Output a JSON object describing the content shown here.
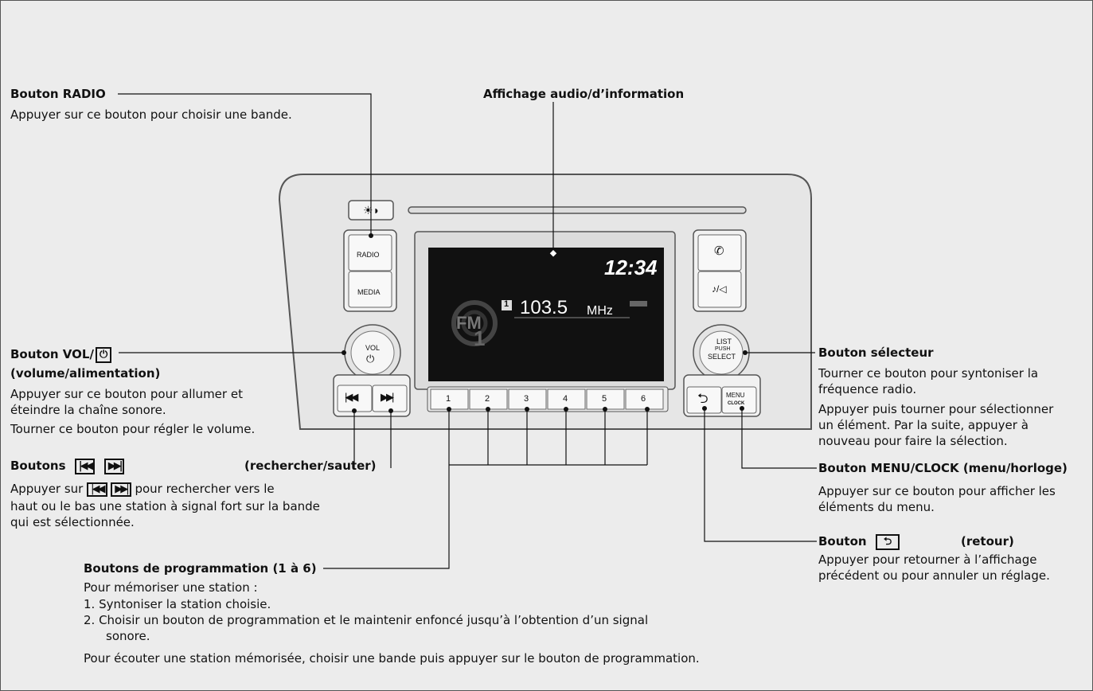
{
  "labels": {
    "radio": {
      "title": "Bouton RADIO",
      "desc": "Appuyer sur ce bouton pour choisir une bande."
    },
    "display": {
      "title": "Affichage audio/d’information"
    },
    "vol": {
      "title": "Bouton VOL/",
      "subtitle": "(volume/alimentation)",
      "desc1": "Appuyer sur ce bouton pour allumer et",
      "desc2": "éteindre la chaîne sonore.",
      "desc3": "Tourner ce bouton pour régler le volume."
    },
    "seek": {
      "title": "Boutons",
      "suffix": "(rechercher/sauter)",
      "desc1a": "Appuyer sur",
      "desc1b": "pour rechercher vers le",
      "desc2": "haut ou le bas une station à signal fort sur la bande",
      "desc3": "qui est sélectionnée."
    },
    "presets": {
      "title": "Boutons de programmation (1 à 6)",
      "line1": "Pour mémoriser une station :",
      "line2": "1. Syntoniser la station choisie.",
      "line3": "2. Choisir un bouton de programmation et le maintenir enfoncé jusqu’à l’obtention d’un signal",
      "line4": "sonore.",
      "line5": "Pour écouter une station mémorisée, choisir une bande puis appuyer sur le bouton de programmation."
    },
    "selector": {
      "title": "Bouton sélecteur",
      "desc1": "Tourner ce bouton pour syntoniser la",
      "desc2": "fréquence radio.",
      "desc3": "Appuyer puis tourner pour sélectionner",
      "desc4": "un élément. Par la suite, appuyer à",
      "desc5": "nouveau pour faire la sélection."
    },
    "menu": {
      "title": "Bouton MENU/CLOCK (menu/horloge)",
      "desc1": "Appuyer sur ce bouton pour afficher les",
      "desc2": "éléments du menu."
    },
    "back": {
      "title": "Bouton",
      "suffix": "(retour)",
      "desc1": "Appuyer pour retourner à l’affichage",
      "desc2": "précédent ou pour annuler un réglage."
    }
  },
  "unit": {
    "radio_btn": "RADIO",
    "media_btn": "MEDIA",
    "vol_knob": "VOL",
    "select_knob_1": "LIST",
    "select_knob_2": "PUSH",
    "select_knob_3": "SELECT",
    "menu_btn_1": "MENU",
    "menu_btn_2": "CLOCK",
    "screen": {
      "time": "12:34",
      "frequency": "103.5",
      "unit": "MHz",
      "band": "FM",
      "preset": "1",
      "channel": "1"
    },
    "presets": [
      "1",
      "2",
      "3",
      "4",
      "5",
      "6"
    ]
  },
  "icons": [
    "day-night-icon",
    "phone-icon",
    "music-icon",
    "power-icon",
    "skip-back-icon",
    "skip-forward-icon",
    "back-arrow-icon"
  ]
}
